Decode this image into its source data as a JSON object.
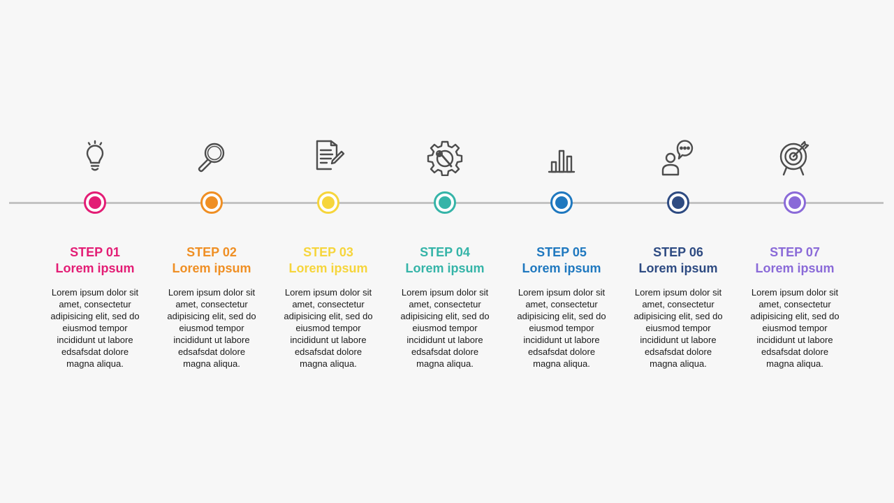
{
  "steps": [
    {
      "title": "STEP 01",
      "subtitle": "Lorem ipsum",
      "text": "Lorem ipsum dolor sit amet, consectetur adipisicing elit, sed do eiusmod tempor incididunt ut labore edsafsdat dolore magna aliqua.",
      "color": "#e31d75",
      "icon": "lightbulb-icon"
    },
    {
      "title": "STEP 02",
      "subtitle": "Lorem ipsum",
      "text": "Lorem ipsum dolor sit amet, consectetur adipisicing elit, sed do eiusmod tempor incididunt ut labore edsafsdat dolore magna aliqua.",
      "color": "#ef8f24",
      "icon": "magnifier-icon"
    },
    {
      "title": "STEP 03",
      "subtitle": "Lorem ipsum",
      "text": "Lorem ipsum dolor sit amet, consectetur adipisicing elit, sed do eiusmod tempor incididunt ut labore edsafsdat dolore magna aliqua.",
      "color": "#f6d53c",
      "icon": "document-edit-icon"
    },
    {
      "title": "STEP 04",
      "subtitle": "Lorem ipsum",
      "text": "Lorem ipsum dolor sit amet, consectetur adipisicing elit, sed do eiusmod tempor incididunt ut labore edsafsdat dolore magna aliqua.",
      "color": "#35b4a8",
      "icon": "gear-wrench-icon"
    },
    {
      "title": "STEP 05",
      "subtitle": "Lorem ipsum",
      "text": "Lorem ipsum dolor sit amet, consectetur adipisicing elit, sed do eiusmod tempor incididunt ut labore edsafsdat dolore magna aliqua.",
      "color": "#1f78bf",
      "icon": "bar-chart-icon"
    },
    {
      "title": "STEP 06",
      "subtitle": "Lorem ipsum",
      "text": "Lorem ipsum dolor sit amet, consectetur adipisicing elit, sed do eiusmod tempor incididunt ut labore edsafsdat dolore magna aliqua.",
      "color": "#2e4b82",
      "icon": "person-chat-icon"
    },
    {
      "title": "STEP 07",
      "subtitle": "Lorem ipsum",
      "text": "Lorem ipsum dolor sit amet, consectetur adipisicing elit, sed do eiusmod tempor incididunt ut labore edsafsdat dolore magna aliqua.",
      "color": "#8a6ad8",
      "icon": "target-icon"
    }
  ]
}
